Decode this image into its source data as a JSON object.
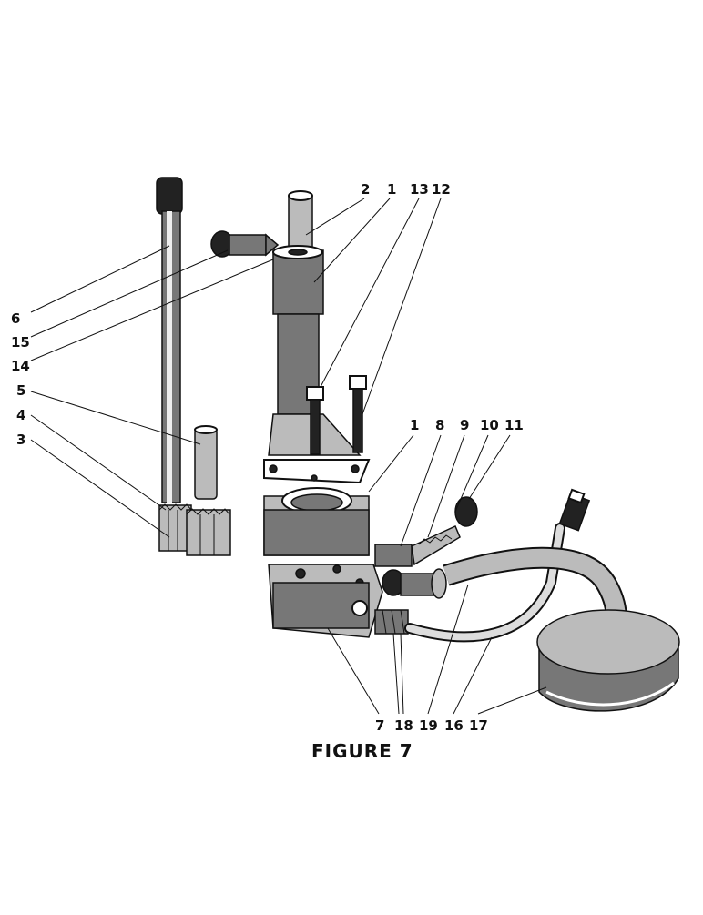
{
  "figure": {
    "caption": "FIGURE 7",
    "labels": {
      "n1a": "1",
      "n2": "2",
      "n13": "13",
      "n12": "12",
      "n6": "6",
      "n15": "15",
      "n14": "14",
      "n5": "5",
      "n4": "4",
      "n3": "3",
      "n1b": "1",
      "n8": "8",
      "n9": "9",
      "n10": "10",
      "n11": "11",
      "n7": "7",
      "n18": "18",
      "n19": "19",
      "n16": "16",
      "n17": "17"
    }
  }
}
